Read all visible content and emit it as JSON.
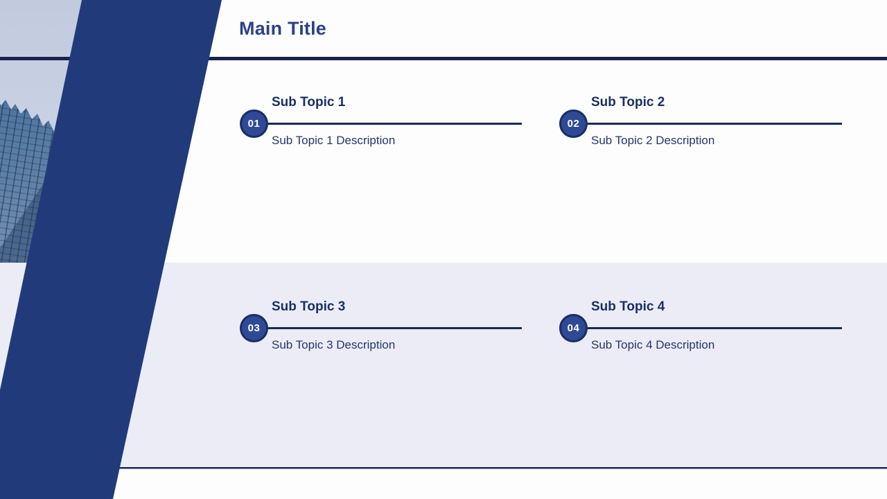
{
  "slide": {
    "main_title": "Main Title",
    "photo_description": "glass skyscraper against light sky"
  },
  "topics": [
    {
      "number": "01",
      "title": "Sub Topic 1",
      "description": "Sub Topic 1 Description"
    },
    {
      "number": "02",
      "title": "Sub Topic 2",
      "description": "Sub Topic 2 Description"
    },
    {
      "number": "03",
      "title": "Sub Topic 3",
      "description": "Sub Topic 3 Description"
    },
    {
      "number": "04",
      "title": "Sub Topic 4",
      "description": "Sub Topic 4 Description"
    }
  ],
  "colors": {
    "accent_navy_band": "#213a7a",
    "rule_navy": "#19224d",
    "connector_line": "#1b2950",
    "badge_fill": "#2e4a94",
    "badge_border": "#1b2d66",
    "badge_text": "#ffffff",
    "main_title_text": "#2d4189",
    "topic_title_text": "#1a2f63",
    "description_text": "#25356a",
    "lower_band_background": "#ebecf6",
    "page_background": "#fdfdfe"
  }
}
